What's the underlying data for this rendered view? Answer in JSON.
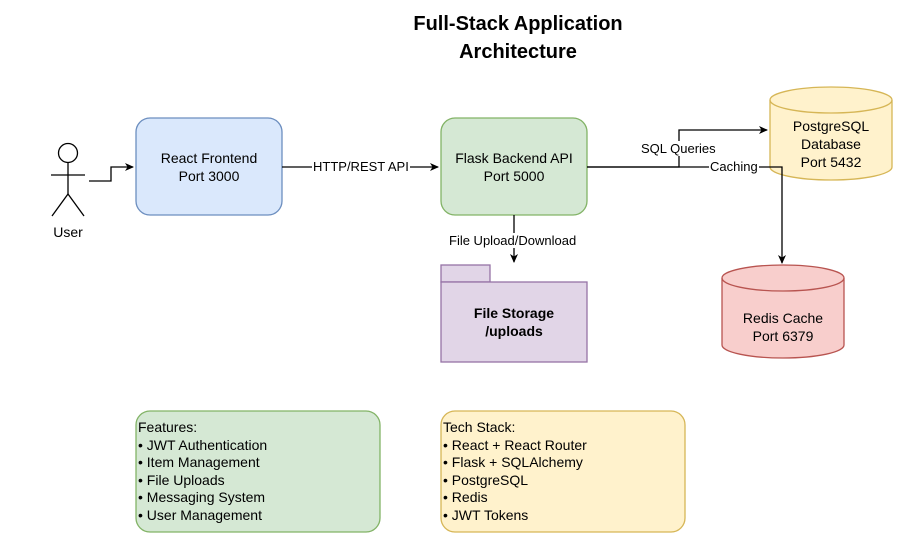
{
  "title": {
    "line1": "Full-Stack Application",
    "line2": "Architecture"
  },
  "nodes": {
    "user": {
      "label": "User"
    },
    "frontend": {
      "line1": "React Frontend",
      "line2": "Port 3000",
      "fill": "#dae8fc",
      "stroke": "#6c8ebf"
    },
    "backend": {
      "line1": "Flask Backend API",
      "line2": "Port 5000",
      "fill": "#d5e8d4",
      "stroke": "#82b366"
    },
    "database": {
      "line1": "PostgreSQL",
      "line2": "Database",
      "line3": "Port 5432",
      "fill": "#fff2cc",
      "stroke": "#d6b656"
    },
    "cache": {
      "line1": "Redis Cache",
      "line2": "Port 6379",
      "fill": "#f8cecc",
      "stroke": "#b85450"
    },
    "storage": {
      "line1": "File Storage",
      "line2": "/uploads",
      "fill": "#e1d5e7",
      "stroke": "#9673a6"
    }
  },
  "edges": {
    "http": "HTTP/REST API",
    "sql": "SQL Queries",
    "caching": "Caching",
    "upload": "File Upload/Download"
  },
  "features": {
    "heading": "Features:",
    "items": [
      "• JWT Authentication",
      "• Item Management",
      "• File Uploads",
      "• Messaging System",
      "• User Management"
    ],
    "fill": "#d5e8d4",
    "stroke": "#82b366"
  },
  "tech_stack": {
    "heading": "Tech Stack:",
    "items": [
      "• React + React Router",
      "• Flask + SQLAlchemy",
      "• PostgreSQL",
      "• Redis",
      "• JWT Tokens"
    ],
    "fill": "#fff2cc",
    "stroke": "#d6b656"
  }
}
